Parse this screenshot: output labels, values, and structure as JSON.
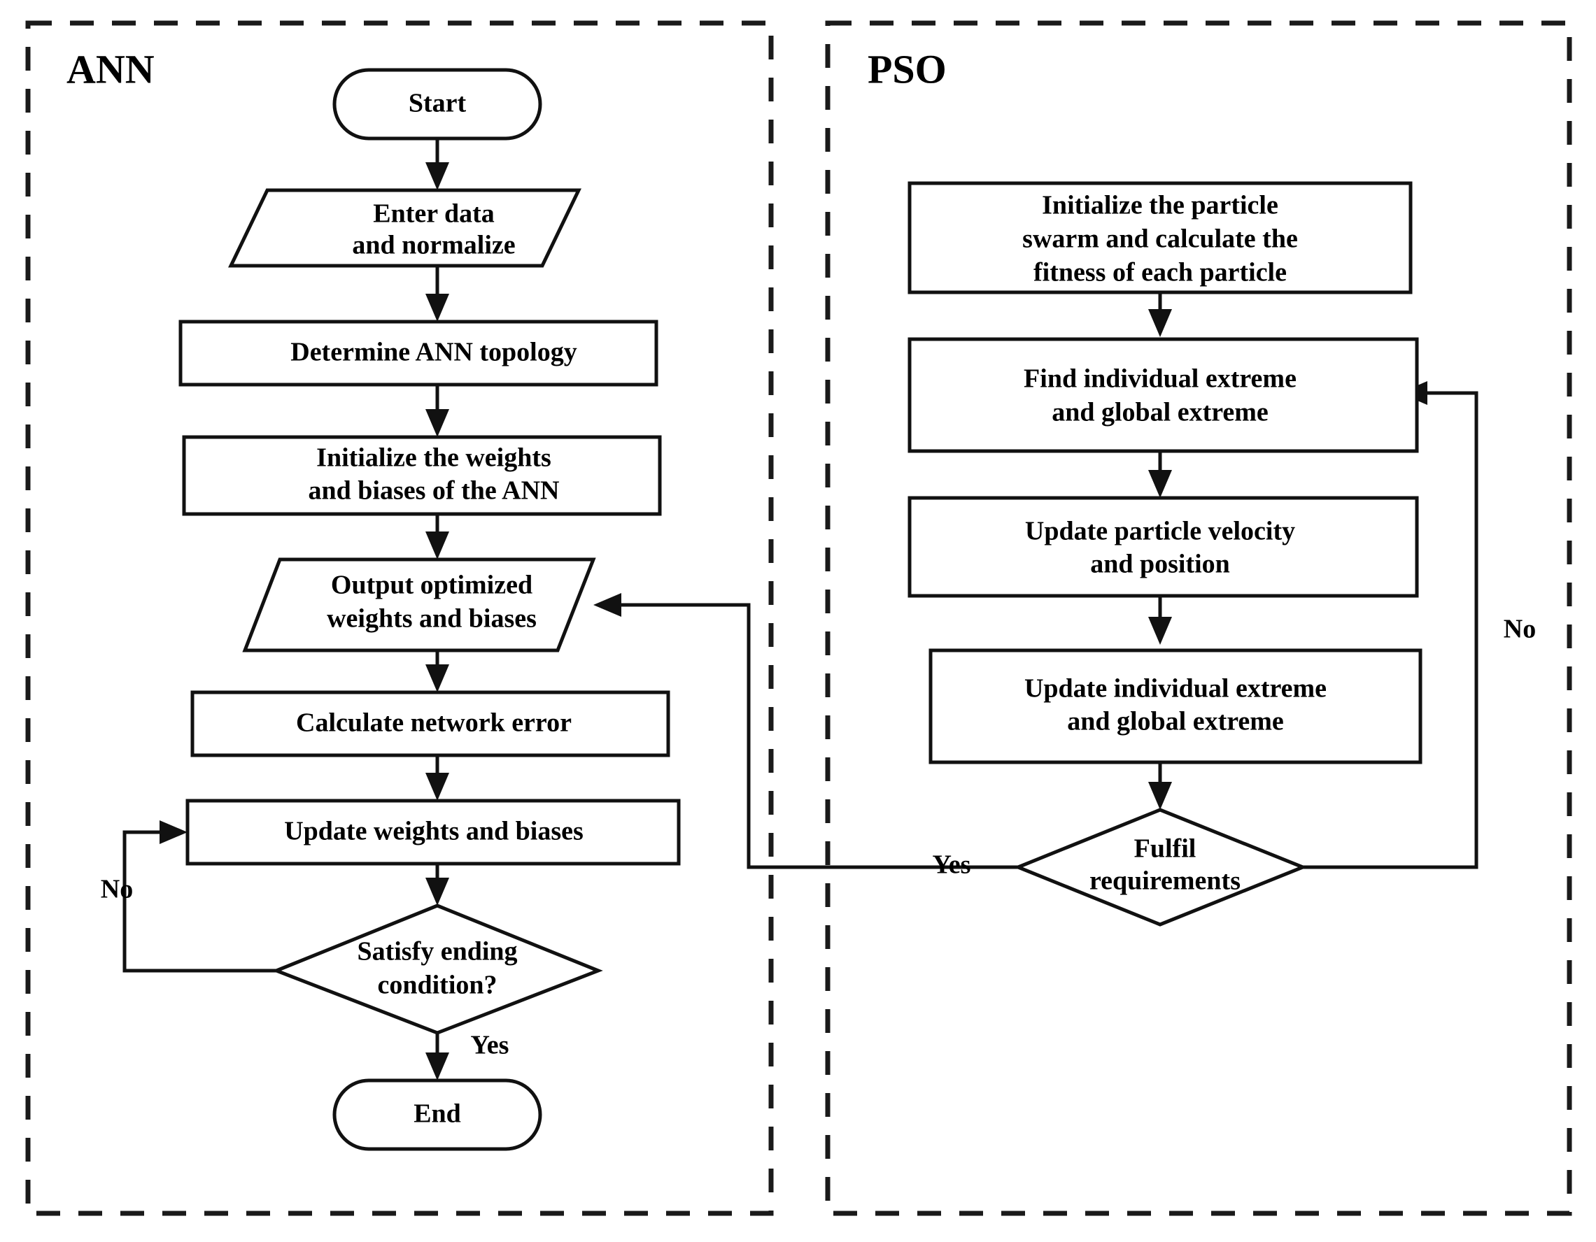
{
  "diagram": {
    "title": "ANN-PSO hybrid algorithm flowchart",
    "panels": [
      {
        "id": "ann",
        "label": "ANN"
      },
      {
        "id": "pso",
        "label": "PSO"
      }
    ],
    "colors": {
      "stroke": "#111111",
      "panel_stroke": "#1a1a1a",
      "fill": "#ffffff",
      "text": "#000000"
    }
  },
  "ann_nodes": {
    "start": {
      "label": "Start",
      "shape": "terminator"
    },
    "enter_data": {
      "line1": "Enter data",
      "line2": "and normalize",
      "shape": "parallelogram"
    },
    "determine_topology": {
      "label": "Determine ANN topology",
      "shape": "rectangle"
    },
    "initialize_weights": {
      "line1": "Initialize the weights",
      "line2": "and biases of the ANN",
      "shape": "rectangle"
    },
    "output_optimized": {
      "line1": "Output optimized",
      "line2": "weights and biases",
      "shape": "parallelogram"
    },
    "calculate_error": {
      "label": "Calculate network error",
      "shape": "rectangle"
    },
    "update_weights": {
      "label": "Update weights and biases",
      "shape": "rectangle"
    },
    "satisfy_condition": {
      "line1": "Satisfy ending",
      "line2": "condition?",
      "shape": "diamond"
    },
    "end": {
      "label": "End",
      "shape": "terminator"
    }
  },
  "ann_edge_labels": {
    "no": "No",
    "yes": "Yes"
  },
  "pso_nodes": {
    "initialize_swarm": {
      "line1": "Initialize the particle",
      "line2": "swarm and calculate the",
      "line3": "fitness of each particle",
      "shape": "rectangle"
    },
    "find_extreme": {
      "line1": "Find individual extreme",
      "line2": "and global extreme",
      "shape": "rectangle"
    },
    "update_velocity": {
      "line1": "Update particle velocity",
      "line2": "and position",
      "shape": "rectangle"
    },
    "update_extreme": {
      "line1": "Update individual extreme",
      "line2": "and global extreme",
      "shape": "rectangle"
    },
    "fulfil_requirements": {
      "line1": "Fulfil",
      "line2": "requirements",
      "shape": "diamond"
    }
  },
  "pso_edge_labels": {
    "yes": "Yes",
    "no": "No"
  }
}
